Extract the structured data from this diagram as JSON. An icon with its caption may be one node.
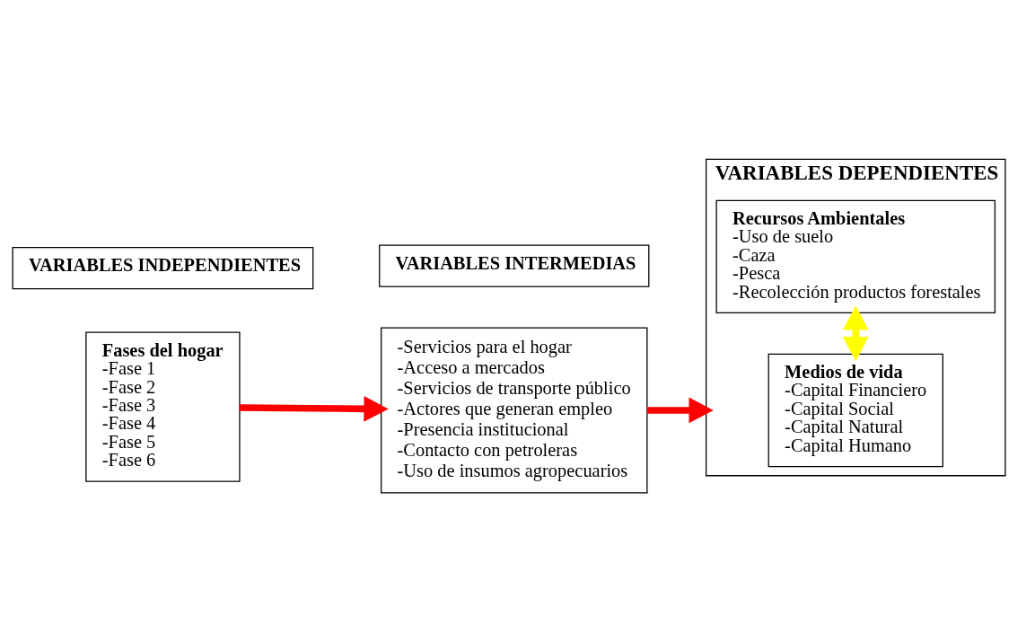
{
  "diagram": {
    "nodes": [
      {
        "text": [
          "VARIABLES INDEPENDIENTES"
        ]
      },
      {
        "text": [
          "Fases del hogar",
          "-Fase 1",
          "-Fase 2",
          "-Fase 3",
          "-Fase 4",
          "-Fase 5",
          "-Fase 6"
        ]
      },
      {
        "text": [
          "VARIABLES INTERMEDIAS"
        ]
      },
      {
        "text": [
          "-Servicios para el hogar",
          "-Acceso a mercados",
          "-Servicios de transporte público",
          "-Actores que generan empleo",
          "-Presencia institucional",
          "-Contacto con petroleras",
          "-Uso de insumos agropecuarios"
        ]
      },
      {
        "text": [
          "VARIABLES DEPENDIENTES"
        ]
      },
      {
        "text": [
          "Medios de vida",
          "-Capital Financiero",
          "-Capital Social",
          "-Capital Natural",
          "-Capital Humano"
        ],
        "in": 4
      },
      {
        "text": [
          "Recursos Ambientales",
          "-Uso de suelo",
          "-Caza",
          "-Pesca",
          "-Recolección productos forestales"
        ],
        "in": 4
      }
    ],
    "edges": [
      {
        "from": 1,
        "to": 3,
        "arrow": "to"
      },
      {
        "from": 3,
        "to": 4,
        "arrow": "to"
      },
      {
        "from": 5,
        "to": 6,
        "arrow": "both",
        "color": "#ffff00"
      }
    ]
  }
}
